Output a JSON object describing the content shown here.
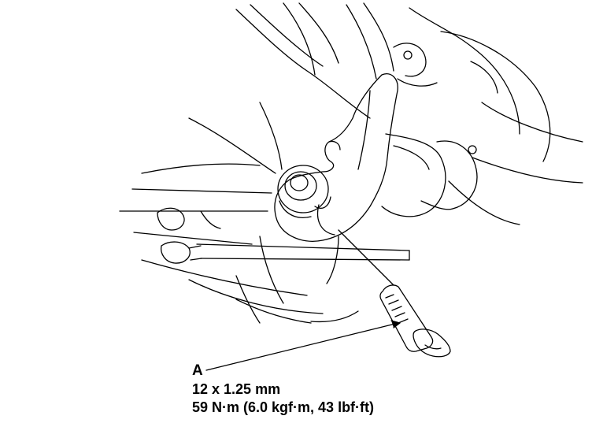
{
  "callout": {
    "letter": "A",
    "size": "12 x 1.25 mm",
    "torque": "59 N·m (6.0 kgf·m, 43 lbf·ft)"
  },
  "colors": {
    "ink": "#000000",
    "paper": "#ffffff"
  }
}
